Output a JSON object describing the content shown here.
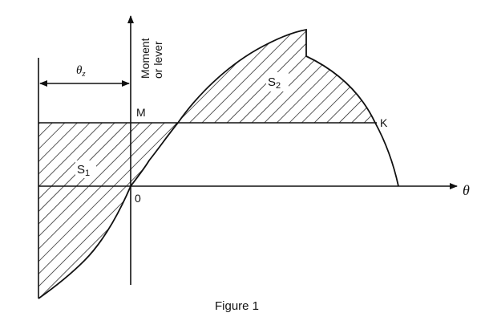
{
  "figure": {
    "caption": "Figure 1",
    "vertical_axis_label_line1": "Moment",
    "vertical_axis_label_line2": "or lever",
    "horizontal_axis_label": "θ",
    "theta_label_main": "θ",
    "theta_label_sub": "z",
    "point_M": "M",
    "point_K": "K",
    "point_O": "0",
    "area_S1_main": "S",
    "area_S1_sub": "1",
    "area_S2_main": "S",
    "area_S2_sub": "2"
  }
}
